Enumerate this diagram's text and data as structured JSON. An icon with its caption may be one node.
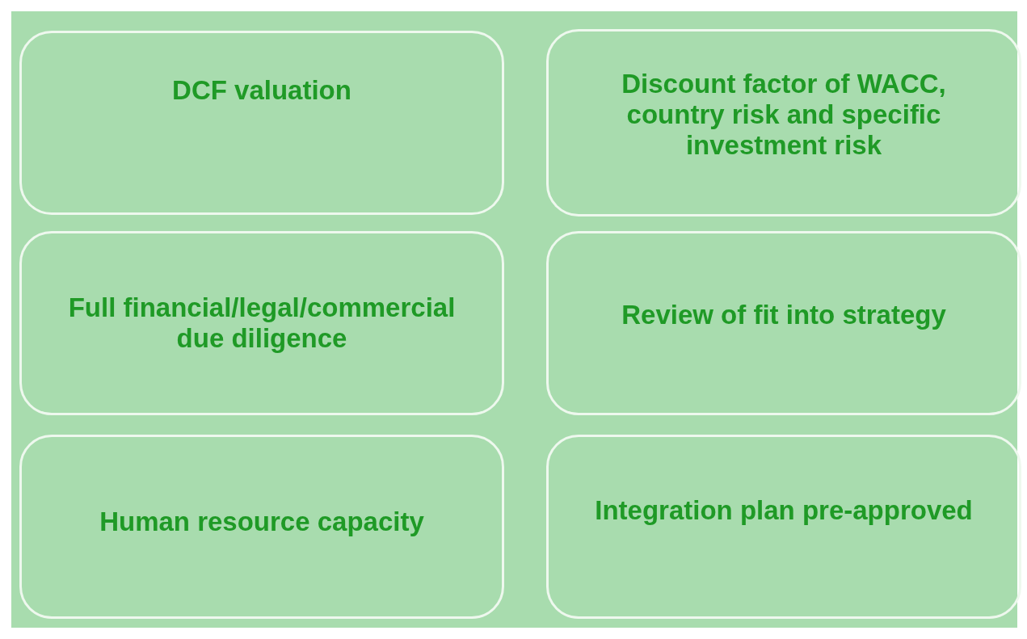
{
  "diagram": {
    "nodes": [
      {
        "text": [
          "DCF valuation"
        ]
      },
      {
        "text": [
          "Discount factor of WACC, country risk and specific investment risk"
        ]
      },
      {
        "text": [
          "Full financial/legal/commercial due diligence"
        ]
      },
      {
        "text": [
          "Review of fit into strategy"
        ]
      },
      {
        "text": [
          "Human resource capacity"
        ]
      },
      {
        "text": [
          "Integration plan pre-approved"
        ]
      }
    ]
  }
}
